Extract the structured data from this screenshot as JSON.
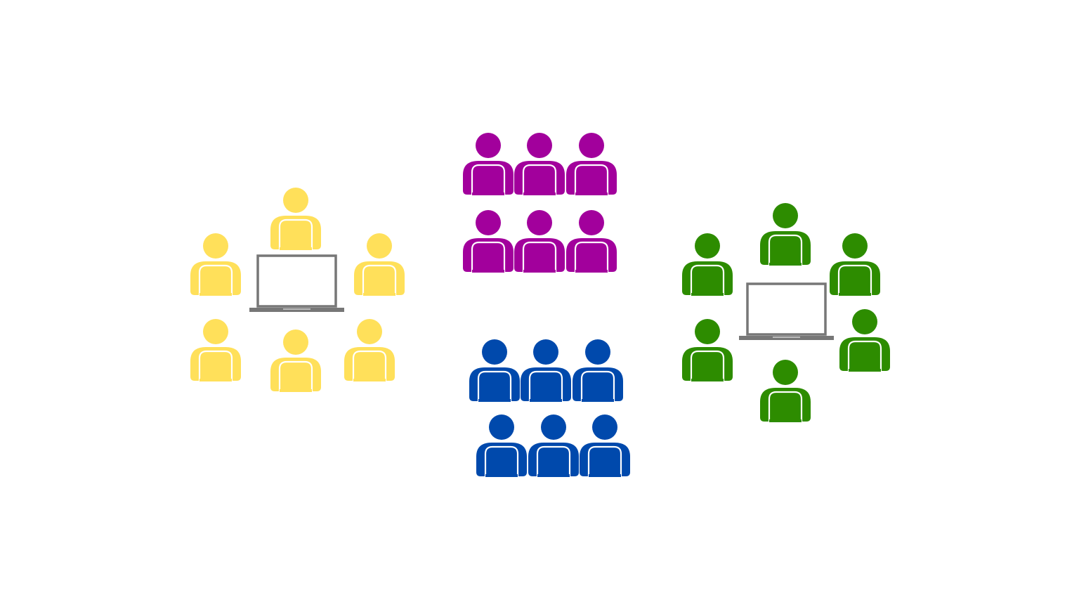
{
  "diagram": {
    "groups": [
      {
        "id": "yellow-team",
        "color": "#FFE05A",
        "people_count": 6,
        "has_laptop": true,
        "arrangement": "circle-around-laptop"
      },
      {
        "id": "purple-team",
        "color": "#A2009C",
        "people_count": 6,
        "has_laptop": false,
        "arrangement": "rows-2x3"
      },
      {
        "id": "blue-team",
        "color": "#0049AC",
        "people_count": 6,
        "has_laptop": false,
        "arrangement": "rows-2x3"
      },
      {
        "id": "green-team",
        "color": "#2D8C00",
        "people_count": 6,
        "has_laptop": true,
        "arrangement": "circle-around-laptop"
      }
    ],
    "icons": {
      "person": "person-icon",
      "laptop": "laptop-icon"
    },
    "laptop_frame_color": "#777777"
  }
}
